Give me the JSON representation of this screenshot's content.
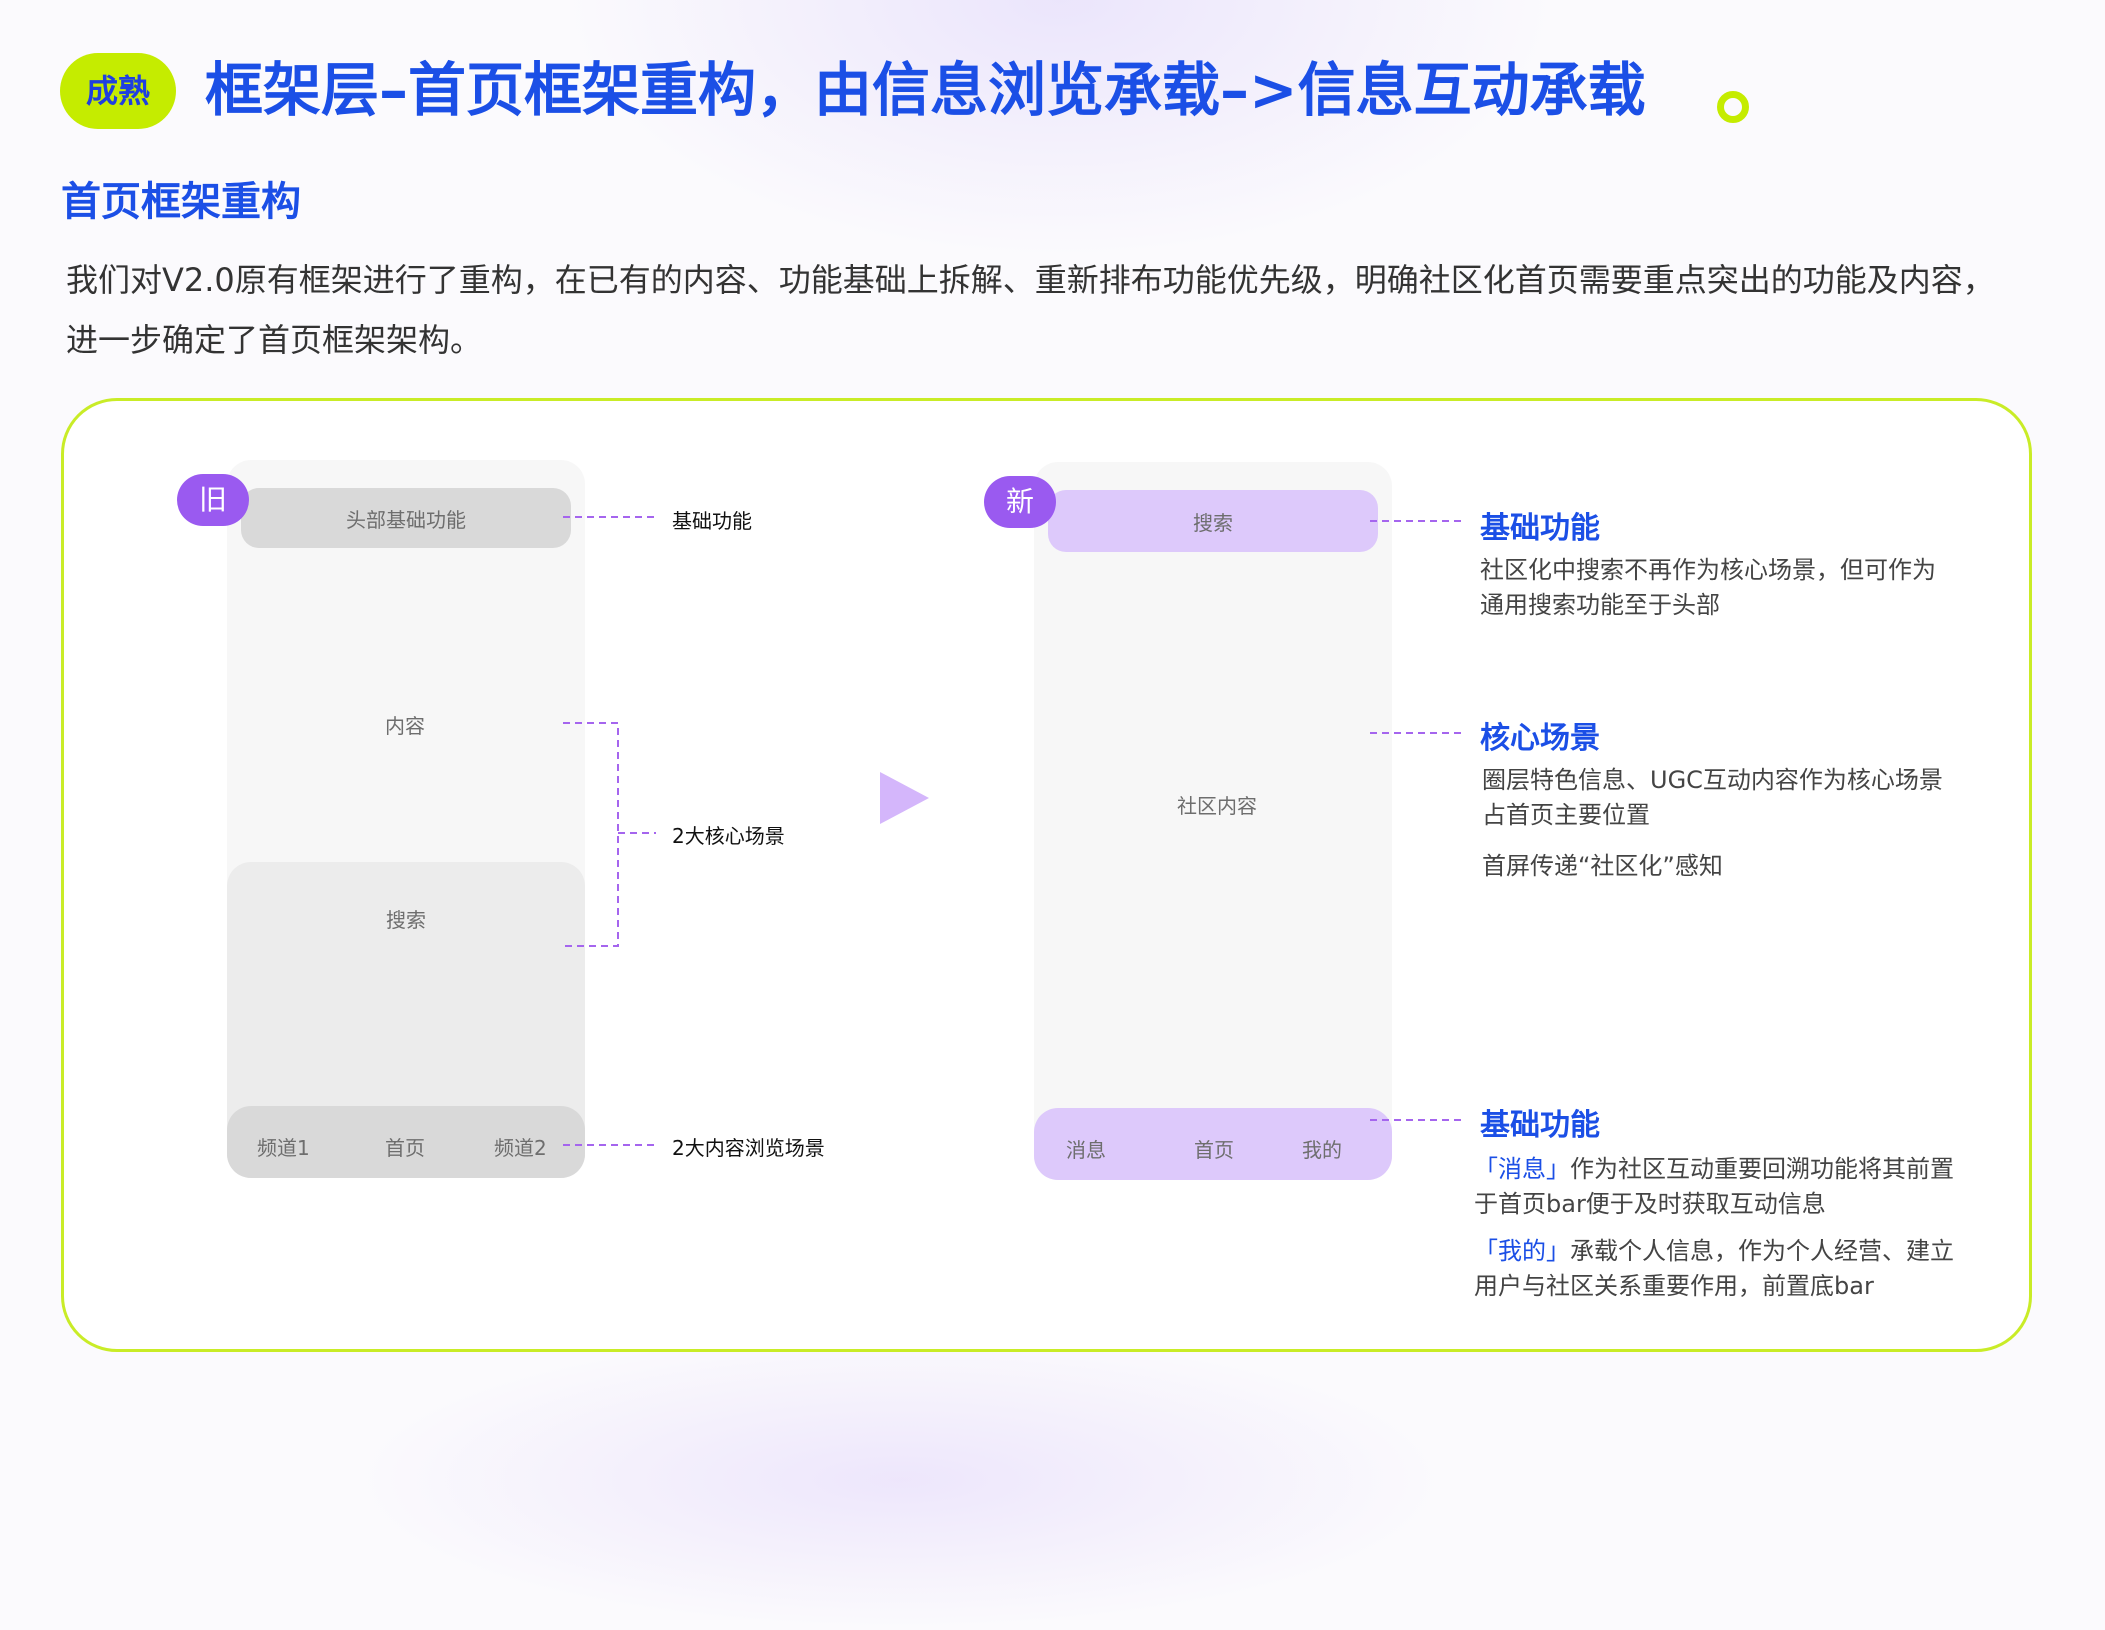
{
  "header": {
    "badge": "成熟",
    "title": "框架层–首页框架重构，由信息浏览承载–>信息互动承载",
    "subtitle": "首页框架重构",
    "description": "我们对V2.0原有框架进行了重构，在已有的内容、功能基础上拆解、重新排布功能优先级，明确社区化首页需要重点突出的功能及内容，进一步确定了首页框架架构。"
  },
  "old_layout": {
    "tag": "旧",
    "header_block": "头部基础功能",
    "content_block": "内容",
    "search_block": "搜索",
    "tabs": [
      "频道1",
      "首页",
      "频道2"
    ],
    "callouts": {
      "basic": "基础功能",
      "core": "2大核心场景",
      "browse": "2大内容浏览场景"
    }
  },
  "arrow_icon": "play-triangle-icon",
  "new_layout": {
    "tag": "新",
    "search_block": "搜索",
    "content_block": "社区内容",
    "tabs": [
      "消息",
      "首页",
      "我的"
    ],
    "notes": {
      "top": {
        "title": "基础功能",
        "text": "社区化中搜索不再作为核心场景，但可作为通用搜索功能至于头部"
      },
      "middle": {
        "title": "核心场景",
        "text1": "圈层特色信息、UGC互动内容作为核心场景占首页主要位置",
        "text2": "首屏传递“社区化”感知"
      },
      "bottom": {
        "title": "基础功能",
        "q1": "「消息」",
        "text1": "作为社区互动重要回溯功能将其前置于首页bar便于及时获取互动信息",
        "q2": "「我的」",
        "text2": "承载个人信息，作为个人经营、建立用户与社区关系重要作用，前置底bar"
      }
    }
  },
  "colors": {
    "accent_blue": "#1b4fe6",
    "lime": "#c5ec00",
    "purple_tag": "#9a5af0",
    "purple_block": "#ddc9fb",
    "dash_line": "#a565ee",
    "gray_block": "#d9d9d9",
    "gray_block_light": "#ececec"
  }
}
